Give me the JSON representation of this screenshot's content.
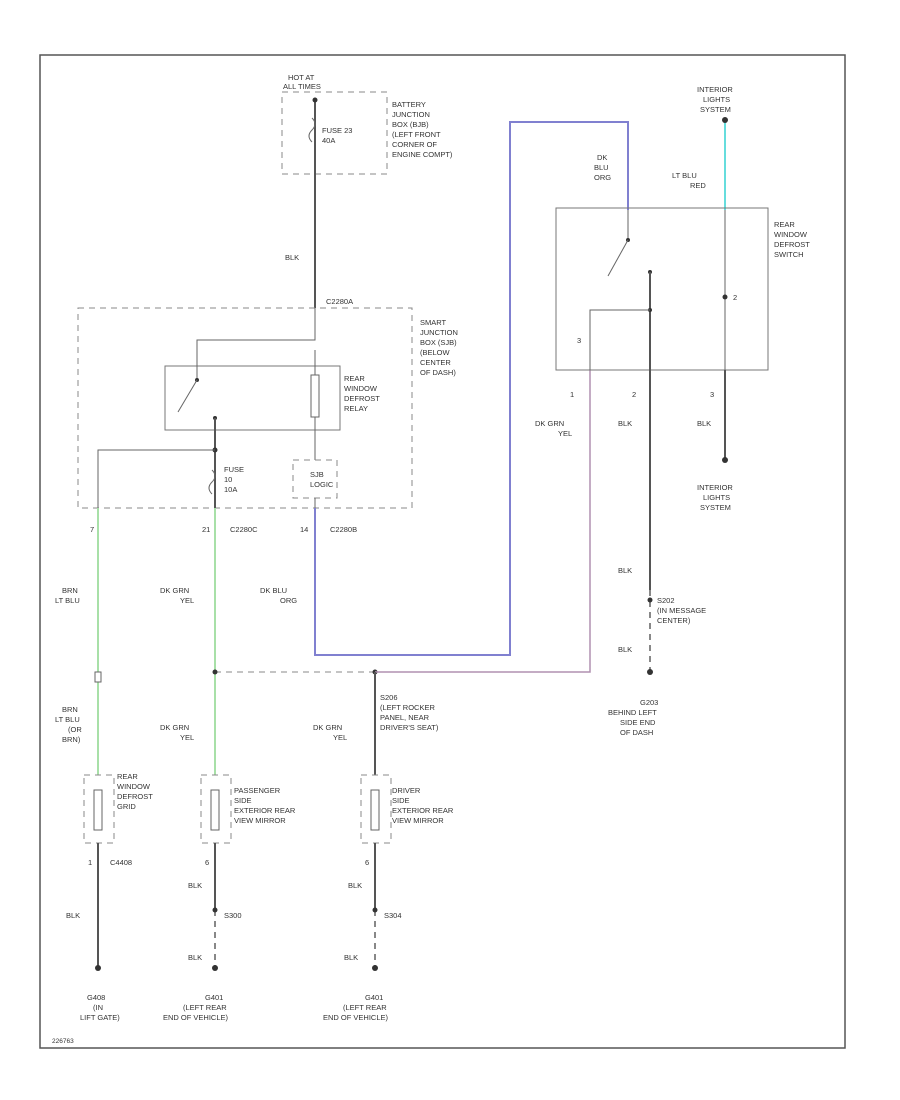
{
  "colors": {
    "wire": "#555555",
    "green": "#a8e0a8",
    "blue_orange": "#8080d0",
    "cyan": "#66dddd",
    "purple": "#b090b0"
  },
  "labels": {
    "hot_at": "HOT AT",
    "all_times": "ALL TIMES",
    "battery_box": [
      "BATTERY",
      "JUNCTION",
      "BOX (BJB)",
      "(LEFT FRONT",
      "CORNER OF",
      "ENGINE COMPT)"
    ],
    "fuse23": [
      "FUSE 23",
      "40A"
    ],
    "blk_top": "BLK",
    "c2280a": "C2280A",
    "smart_box": [
      "SMART",
      "JUNCTION",
      "BOX (SJB)",
      "(BELOW",
      "CENTER",
      "OF DASH)"
    ],
    "relay": [
      "REAR",
      "WINDOW",
      "DEFROST",
      "RELAY"
    ],
    "fuse10": [
      "FUSE",
      "10",
      "10A"
    ],
    "sjb_logic": [
      "SJB",
      "LOGIC"
    ],
    "pin_7": "7",
    "pin_21": "21",
    "c2280c": "C2280C",
    "pin_14": "14",
    "c2280b": "C2280B",
    "brn_lt_blu": [
      "BRN",
      "LT BLU"
    ],
    "dk_grn_yel_1": [
      "DK GRN",
      "YEL"
    ],
    "dk_blu_org_1": [
      "DK BLU",
      "ORG"
    ],
    "dk_blu_org_2": [
      "DK",
      "BLU",
      "ORG"
    ],
    "lt_blu_red": [
      "LT BLU",
      "RED"
    ],
    "interior_lights_top": [
      "INTERIOR",
      "LIGHTS",
      "SYSTEM"
    ],
    "rear_switch": [
      "REAR",
      "WINDOW",
      "DEFROST",
      "SWITCH"
    ],
    "pin_2_top": "2",
    "pin_3_inner": "3",
    "sw_pin_1": "1",
    "sw_pin_2": "2",
    "sw_pin_3": "3",
    "dk_grn_yel_2": [
      "DK GRN",
      "YEL"
    ],
    "blk_mid": "BLK",
    "blk_right": "BLK",
    "interior_lights_bottom": [
      "INTERIOR",
      "LIGHTS",
      "SYSTEM"
    ],
    "blk_s202a": "BLK",
    "s202": [
      "S202",
      "(IN MESSAGE",
      "CENTER)"
    ],
    "blk_s202b": "BLK",
    "g203": [
      "G203",
      "BEHIND LEFT",
      "SIDE END",
      "OF DASH"
    ],
    "s206": [
      "S206",
      "(LEFT ROCKER",
      "PANEL, NEAR",
      "DRIVER'S SEAT)"
    ],
    "brn_lt_blu_grn": [
      "BRN",
      "LT BLU",
      "(OR",
      "BRN)"
    ],
    "dk_grn_yel_3": [
      "DK GRN",
      "YEL"
    ],
    "dk_grn_yel_4": [
      "DK GRN",
      "YEL"
    ],
    "rear_grid": [
      "REAR",
      "WINDOW",
      "DEFROST",
      "GRID"
    ],
    "pass_mirror": [
      "PASSENGER",
      "SIDE",
      "EXTERIOR REAR",
      "VIEW MIRROR"
    ],
    "driver_mirror": [
      "DRIVER",
      "SIDE",
      "EXTERIOR REAR",
      "VIEW MIRROR"
    ],
    "grid_pin": "1",
    "c4408": "C4408",
    "pass_pin": "6",
    "driver_pin": "6",
    "blk_a": "BLK",
    "blk_b": "BLK",
    "blk_c": "BLK",
    "s300": "S300",
    "s304": "S304",
    "blk_d": "BLK",
    "blk_e": "BLK",
    "g408": [
      "G408",
      "(IN",
      "LIFT GATE)"
    ],
    "g401a": [
      "G401",
      "(LEFT REAR",
      "END OF VEHICLE)"
    ],
    "g401b": [
      "G401",
      "(LEFT REAR",
      "END OF VEHICLE)"
    ],
    "fig_code": "226763"
  }
}
